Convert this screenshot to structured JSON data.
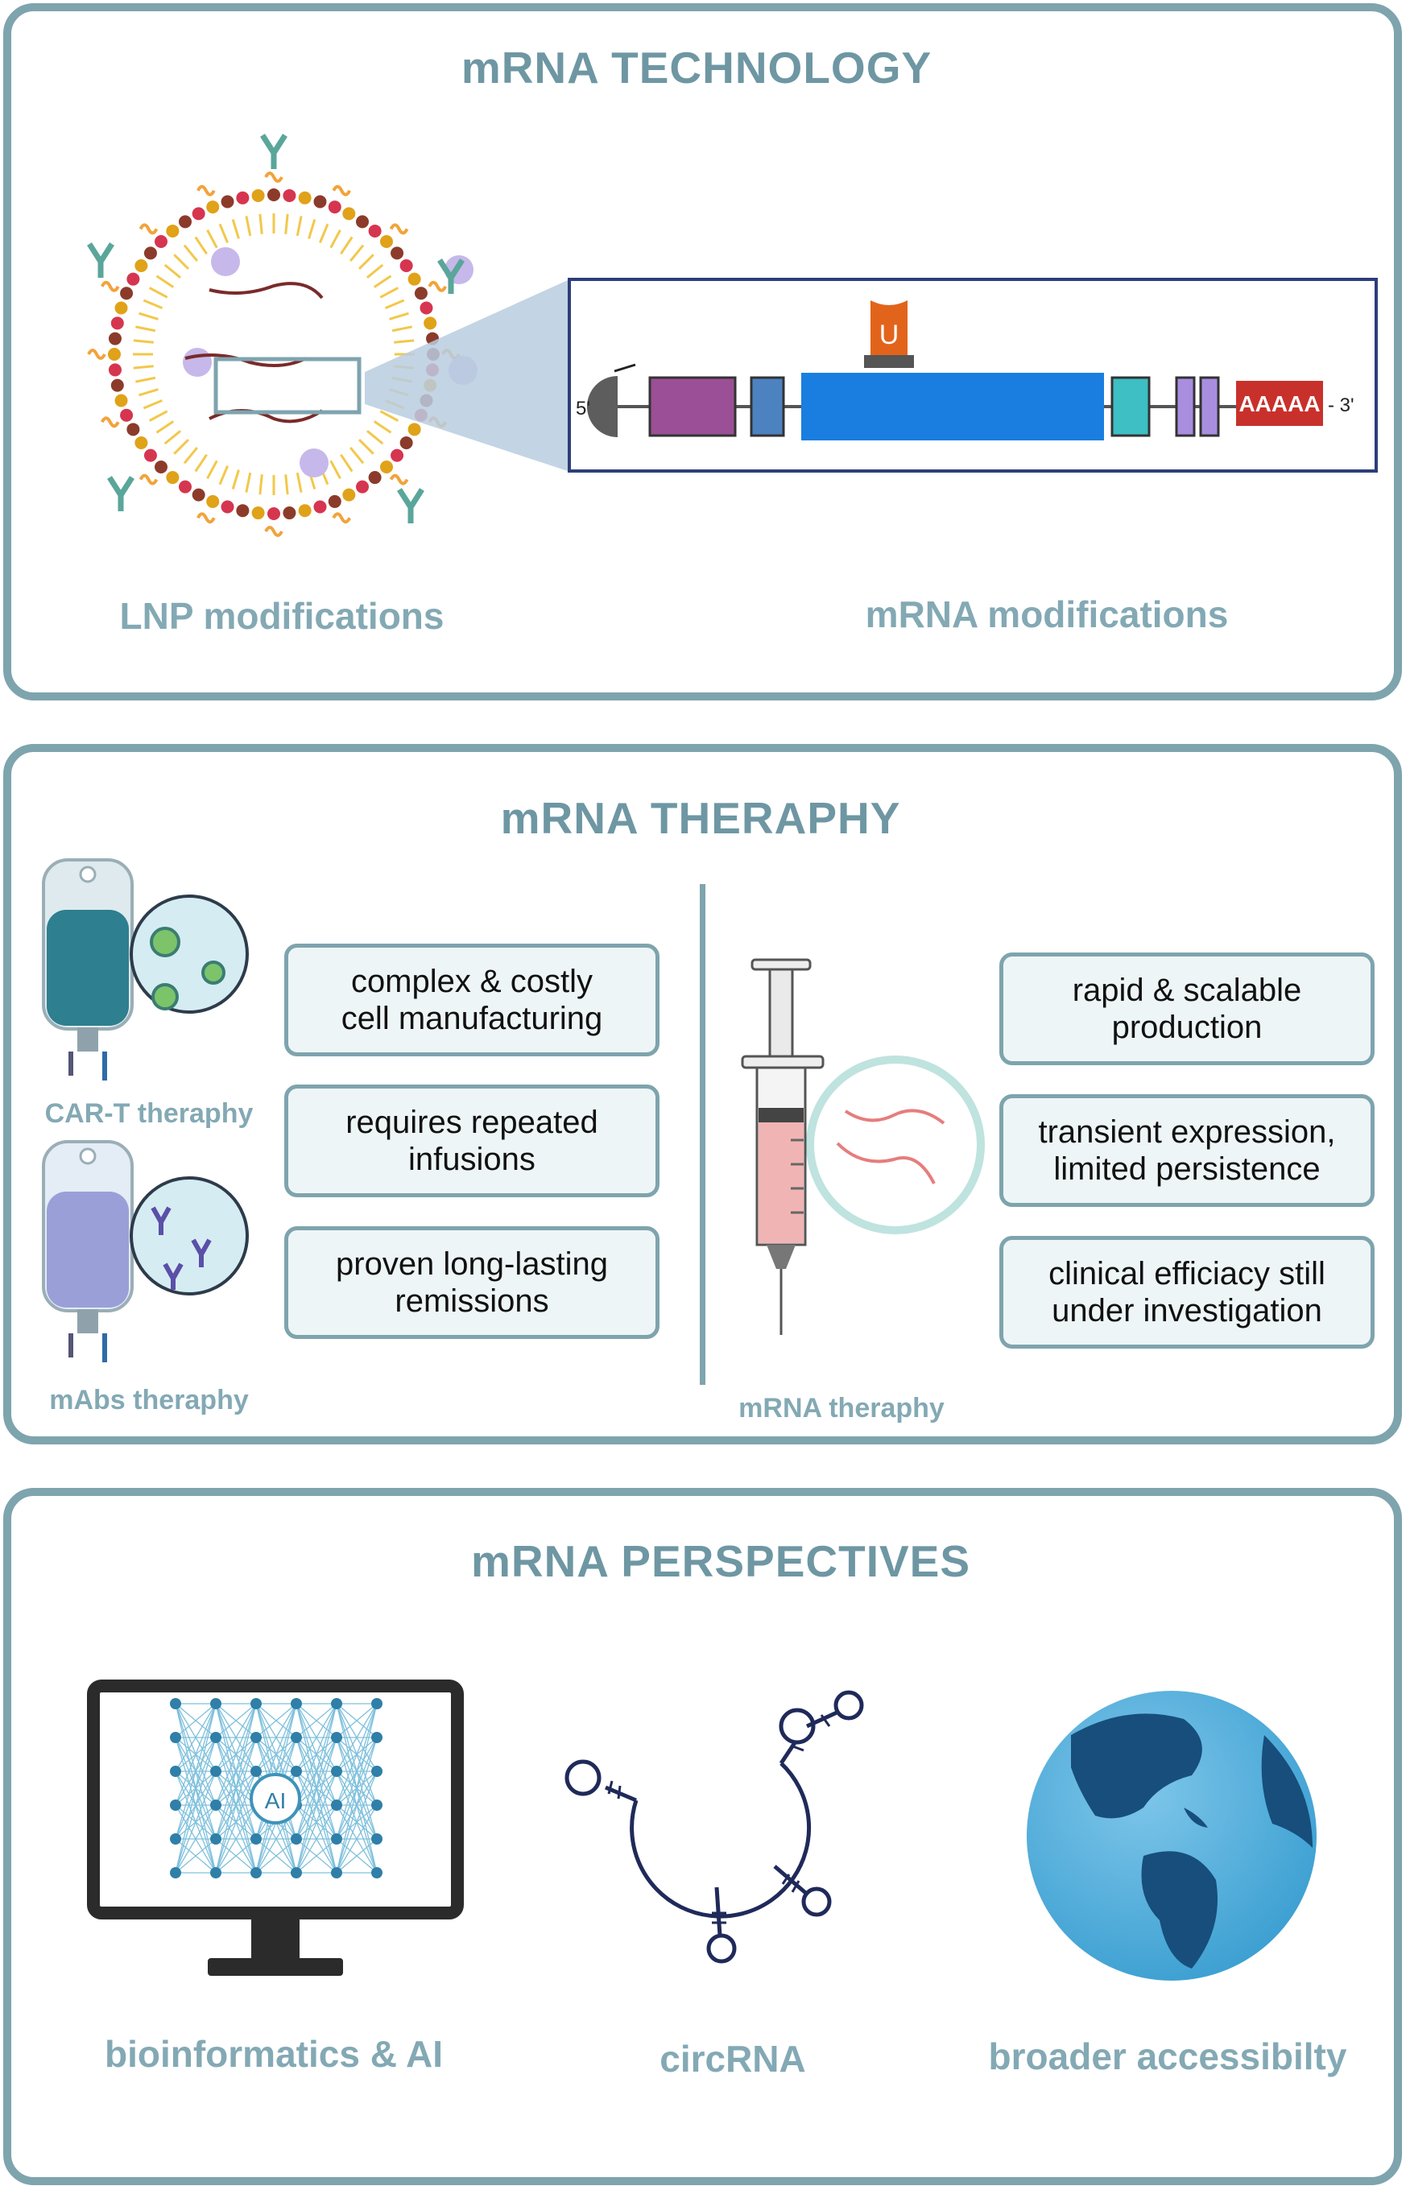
{
  "technology": {
    "title": "mRNA TECHNOLOGY",
    "lnp_label": "LNP modifications",
    "mrna_label": "mRNA modifications",
    "construct": {
      "five_prime": "5'",
      "three_prime": "- 3'",
      "polyA": "AAAAA",
      "nucleoside": "U"
    }
  },
  "therapy": {
    "title": "mRNA THERAPHY",
    "cart_label": "CAR-T theraphy",
    "mabs_label": "mAbs theraphy",
    "mrna_label": "mRNA theraphy",
    "left_boxes": [
      {
        "line1": "complex & costly",
        "line2": "cell manufacturing"
      },
      {
        "line1": "requires repeated",
        "line2": "infusions"
      },
      {
        "line1": "proven long-lasting",
        "line2": "remissions"
      }
    ],
    "right_boxes": [
      {
        "line1": "rapid & scalable",
        "line2": "production"
      },
      {
        "line1": "transient expression,",
        "line2": "limited persistence"
      },
      {
        "line1": "clinical efficiacy still",
        "line2": "under investigation"
      }
    ]
  },
  "perspectives": {
    "title": "mRNA PERSPECTIVES",
    "items": [
      {
        "label": "bioinformatics & AI",
        "icon": "ai-monitor-icon",
        "monitor_text": "AI"
      },
      {
        "label": "circRNA",
        "icon": "circrna-icon"
      },
      {
        "label": "broader accessibilty",
        "icon": "globe-icon"
      }
    ]
  },
  "colors": {
    "border": "#7ea4ae",
    "title": "#6e97a3",
    "cds_blue": "#1a7ee0",
    "polyA_red": "#c8312b",
    "cap_orange": "#e2641b"
  }
}
